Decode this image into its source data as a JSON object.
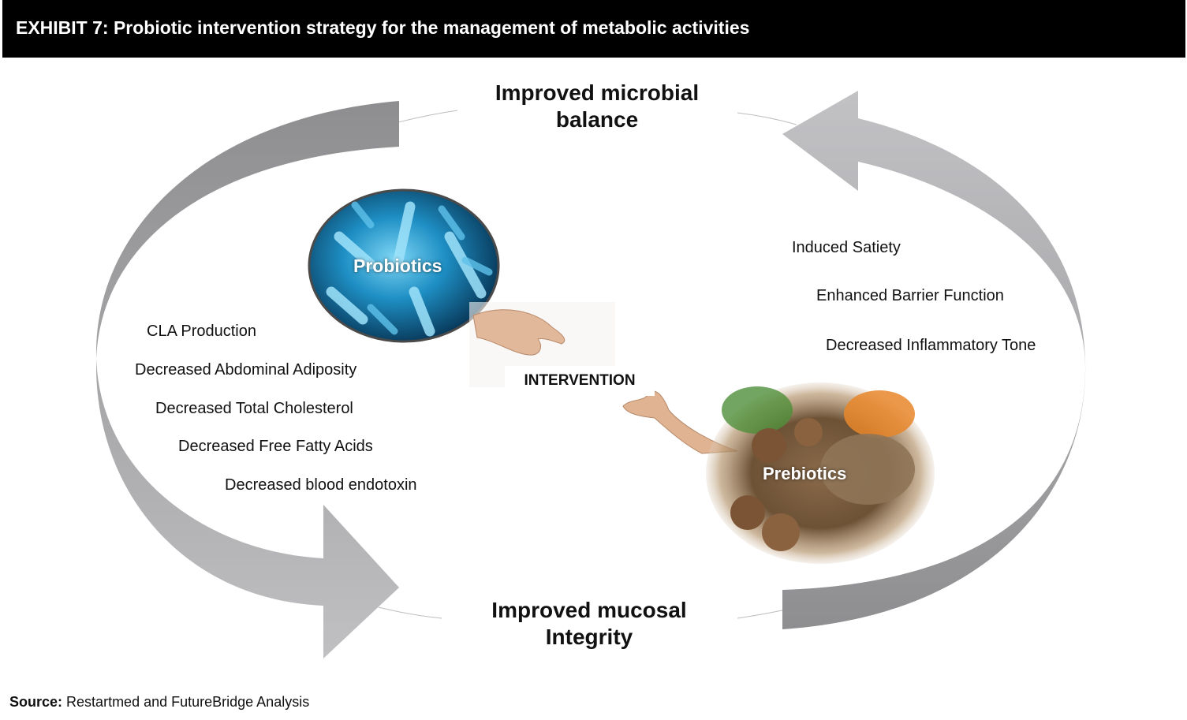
{
  "header": {
    "title": "EXHIBIT 7: Probiotic intervention strategy for the management of metabolic activities"
  },
  "cycle": {
    "top_label_line1": "Improved microbial",
    "top_label_line2": "balance",
    "bottom_label_line1": "Improved mucosal",
    "bottom_label_line2": "Integrity"
  },
  "left_effects": [
    "CLA Production",
    "Decreased Abdominal Adiposity",
    "Decreased Total Cholesterol",
    "Decreased Free Fatty Acids",
    "Decreased blood endotoxin"
  ],
  "right_effects": [
    "Induced Satiety",
    "Enhanced Barrier Function",
    "Decreased Inflammatory Tone"
  ],
  "center": {
    "probiotics_label": "Probiotics",
    "intervention_label": "INTERVENTION",
    "prebiotics_label": "Prebiotics"
  },
  "source": {
    "label": "Source:",
    "text": "Restartmed and FutureBridge Analysis"
  },
  "colors": {
    "arrow_light": "#b9b9bd",
    "arrow_dark": "#8e8e90",
    "probiotics_blue": "#1e8fc4",
    "header_bg": "#000000"
  }
}
